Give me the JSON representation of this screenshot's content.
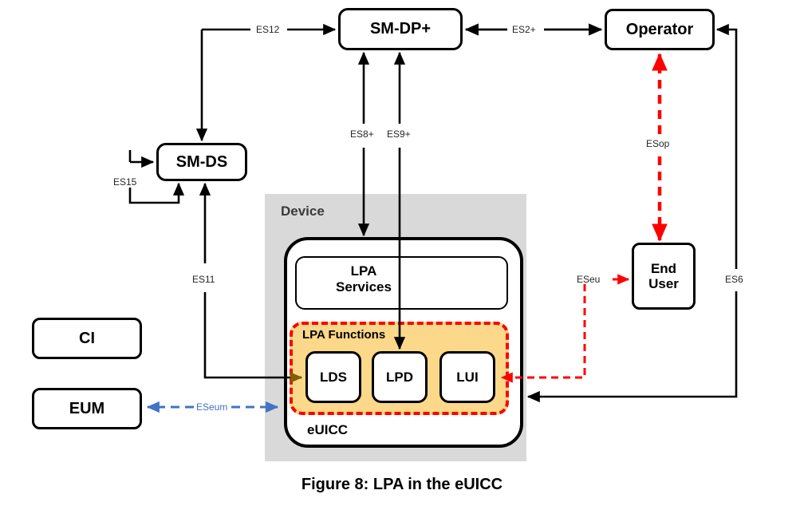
{
  "figure": {
    "caption": "Figure 8: LPA in the eUICC"
  },
  "nodes": {
    "sm_dp_plus": "SM-DP+",
    "operator": "Operator",
    "sm_ds": "SM-DS",
    "ci": "CI",
    "eum": "EUM",
    "end_user": "End\nUser",
    "end_user_line1": "End",
    "end_user_line2": "User",
    "device": "Device",
    "euicc": "eUICC",
    "lpa_services_line1": "LPA",
    "lpa_services_line2": "Services",
    "lpa_functions": "LPA Functions",
    "lds": "LDS",
    "lpd": "LPD",
    "lui": "LUI"
  },
  "edges": {
    "es12": "ES12",
    "es2plus": "ES2+",
    "es8plus": "ES8+",
    "es9plus": "ES9+",
    "es15": "ES15",
    "es11": "ES11",
    "eseum": "ESeum",
    "esop": "ESop",
    "eseu": "ESeu",
    "es6": "ES6"
  },
  "colors": {
    "stroke_black": "#000000",
    "accent_red": "#ff0000",
    "accent_blue": "#4472c4",
    "device_gray": "#d9d9d9",
    "lpa_functions_fill": "#fbd88a",
    "arrow_olive": "#7f6000"
  }
}
